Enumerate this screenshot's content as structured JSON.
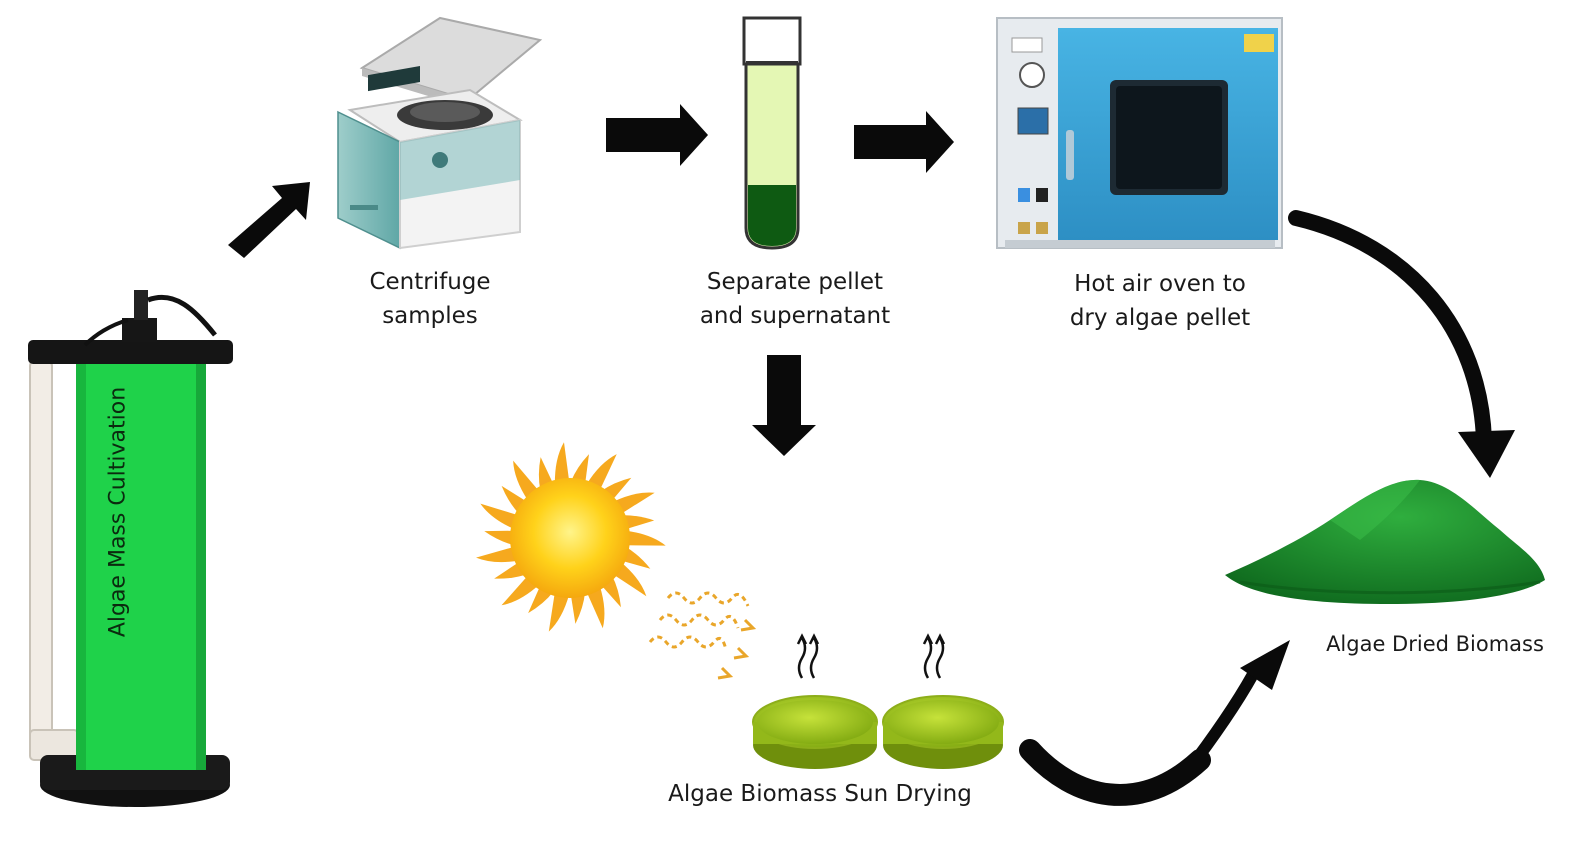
{
  "labels": {
    "centrifuge": [
      "Centrifuge",
      "samples"
    ],
    "separate": [
      "Separate pellet",
      "and supernatant"
    ],
    "oven": [
      "Hot air oven to",
      "dry algae pellet"
    ],
    "sun_drying": "Algae Biomass Sun Drying",
    "dried_biomass": "Algae Dried Biomass",
    "cultivation": "Algae Mass Cultivation"
  },
  "colors": {
    "arrow": "#0a0a0a",
    "reactor_green": "#1fd24a",
    "oven_blue": "#37a4d6",
    "pellet_green": "#0e5a12",
    "supernatant": "#e4f7b4",
    "sun_core": "#ffd21a",
    "sun_ray": "#f6a91e",
    "petri_green": "#a8cf1e",
    "powder_green": "#1d8a2e"
  },
  "icons": [
    "photobioreactor-icon",
    "centrifuge-icon",
    "test-tube-icon",
    "oven-icon",
    "sun-icon",
    "petri-dish-icon",
    "powder-pile-icon"
  ]
}
